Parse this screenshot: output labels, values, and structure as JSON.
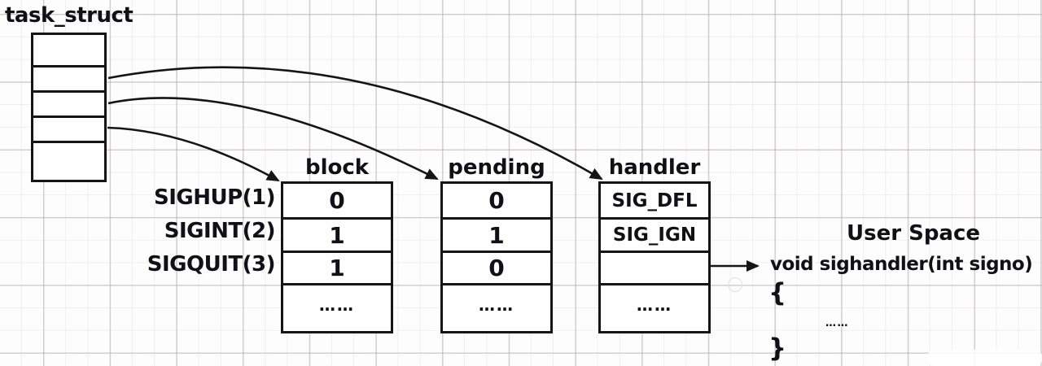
{
  "diagram": {
    "title": "task_struct",
    "row_labels": [
      "SIGHUP(1)",
      "SIGINT(2)",
      "SIGQUIT(3)"
    ],
    "tables": [
      {
        "header": "block",
        "cells": [
          "0",
          "1",
          "1",
          "……"
        ]
      },
      {
        "header": "pending",
        "cells": [
          "0",
          "1",
          "0",
          "……"
        ]
      },
      {
        "header": "handler",
        "cells": [
          "SIG_DFL",
          "SIG_IGN",
          "",
          "……"
        ]
      }
    ],
    "user_space": {
      "title": "User Space",
      "function_signature": "void sighandler(int signo)",
      "brace_open": "{",
      "body_dots": "……",
      "brace_close": "}"
    },
    "colors": {
      "line": "#151515",
      "text": "#101016",
      "grid_major": "#b0abab",
      "grid_minor": "#d6c8c8",
      "background": "#fefdfd"
    }
  }
}
